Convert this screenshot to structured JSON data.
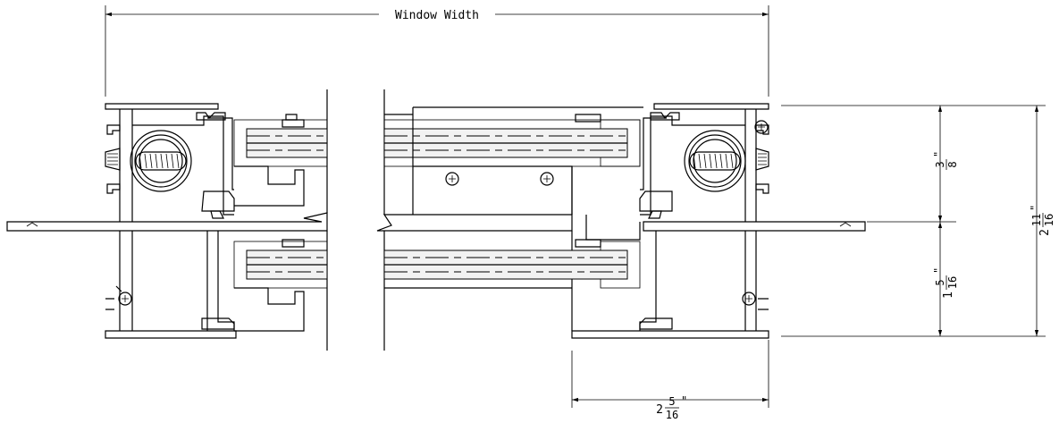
{
  "dimensions": {
    "window_width": "Window Width",
    "overall_height": {
      "whole": "2",
      "num": "11",
      "den": "16",
      "inch": "\""
    },
    "upper_height": {
      "whole": "",
      "num": "3",
      "den": "8",
      "inch": "\""
    },
    "lower_height": {
      "whole": "1",
      "num": "5",
      "den": "16",
      "inch": "\""
    },
    "frame_depth": {
      "whole": "2",
      "num": "5",
      "den": "16",
      "inch": "\""
    }
  },
  "colors": {
    "line": "#000000",
    "insulation": "#f2f2f2"
  }
}
